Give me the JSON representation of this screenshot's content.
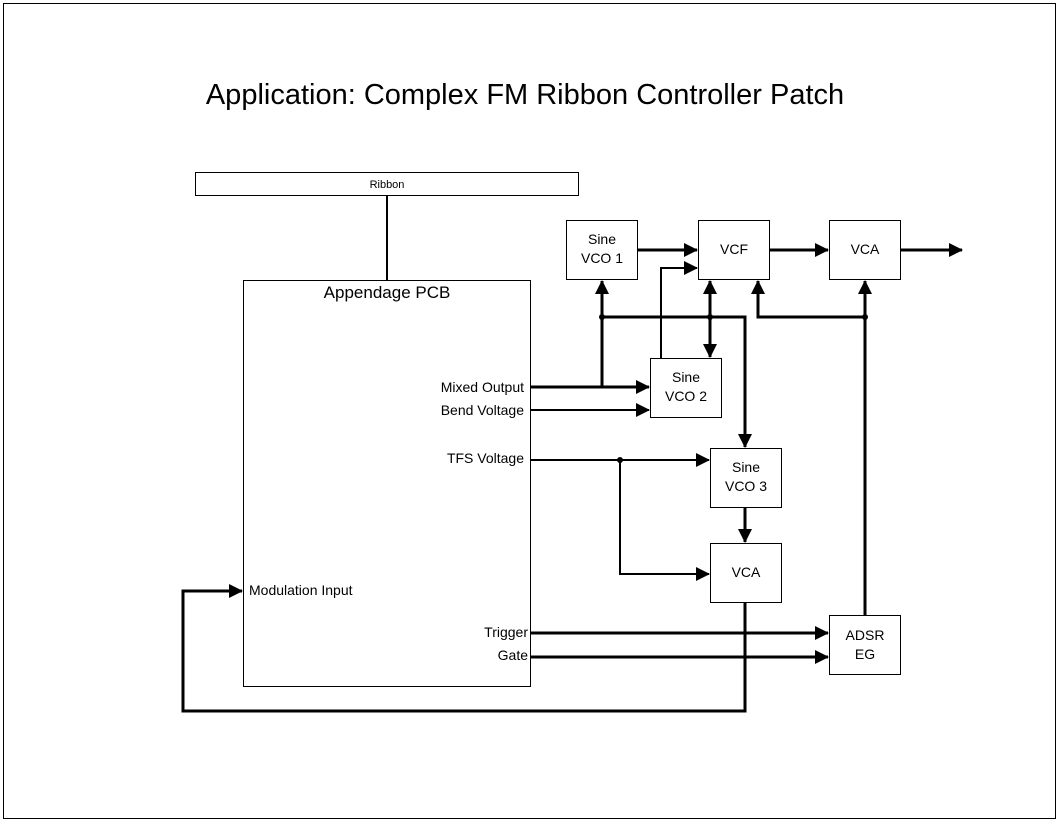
{
  "title": "Application: Complex FM Ribbon Controller Patch",
  "ribbon": {
    "label": "Ribbon"
  },
  "pcb": {
    "label": "Appendage PCB",
    "ports": {
      "mixed_output": "Mixed Output",
      "bend_voltage": "Bend Voltage",
      "tfs_voltage": "TFS Voltage",
      "modulation_input": "Modulation Input",
      "trigger": "Trigger",
      "gate": "Gate"
    }
  },
  "modules": {
    "vco1": {
      "line1": "Sine",
      "line2": "VCO 1"
    },
    "vco2": {
      "line1": "Sine",
      "line2": "VCO 2"
    },
    "vco3": {
      "line1": "Sine",
      "line2": "VCO 3"
    },
    "vcf": {
      "label": "VCF"
    },
    "vca_main": {
      "label": "VCA"
    },
    "vca_mod": {
      "label": "VCA"
    },
    "adsr": {
      "line1": "ADSR",
      "line2": "EG"
    }
  }
}
